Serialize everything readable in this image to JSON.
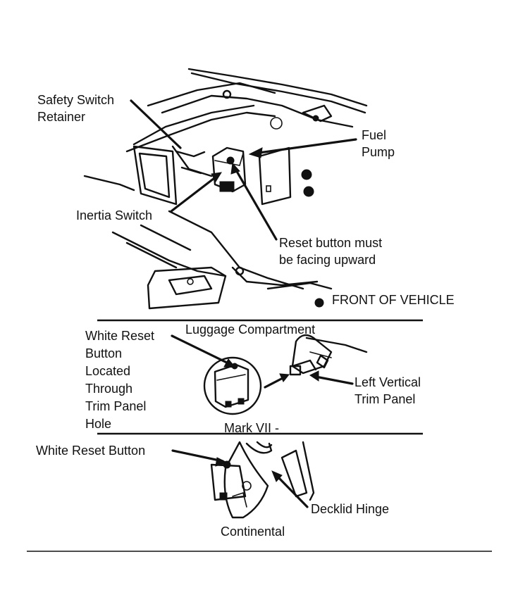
{
  "section_top": {
    "labels": {
      "safety_switch_retainer": [
        "Safety Switch",
        "Retainer"
      ],
      "fuel_pump": [
        "Fuel",
        "Pump"
      ],
      "inertia_switch": "Inertia Switch",
      "reset_button_note": [
        "Reset button must",
        "be facing upward"
      ],
      "front_of_vehicle": "FRONT OF VEHICLE"
    }
  },
  "section_middle": {
    "labels": {
      "white_reset_button_located": [
        "White Reset",
        "Button",
        "Located",
        "Through",
        "Trim Panel",
        "Hole"
      ],
      "luggage_compartment": "Luggage Compartment",
      "left_vertical_trim_panel": [
        "Left Vertical",
        "Trim Panel"
      ],
      "model_caption": "Mark VII -"
    }
  },
  "section_bottom": {
    "labels": {
      "white_reset_button": "White Reset Button",
      "decklid_hinge": "Decklid Hinge",
      "model_caption": "Continental"
    }
  }
}
